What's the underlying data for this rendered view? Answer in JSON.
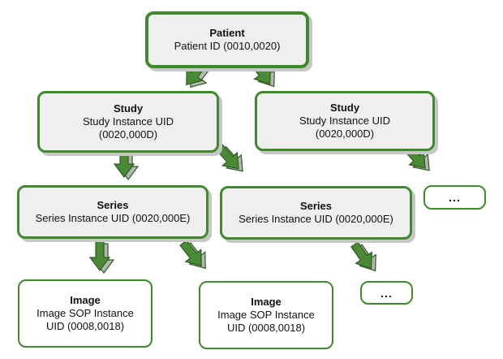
{
  "nodes": {
    "patient": {
      "title": "Patient",
      "line1": "Patient ID (0010,0020)"
    },
    "study_left": {
      "title": "Study",
      "line1": "Study Instance UID",
      "line2": "(0020,000D)"
    },
    "study_right": {
      "title": "Study",
      "line1": "Study Instance UID",
      "line2": "(0020,000D)"
    },
    "series_left": {
      "title": "Series",
      "line1": "Series Instance UID (0020,000E)"
    },
    "series_right": {
      "title": "Series",
      "line1": "Series Instance UID (0020,000E)"
    },
    "image_left": {
      "title": "Image",
      "line1": "Image SOP Instance",
      "line2": "UID (0008,0018)"
    },
    "image_right": {
      "title": "Image",
      "line1": "Image SOP Instance",
      "line2": "UID (0008,0018)"
    },
    "more_studies": {
      "text": "..."
    },
    "more_series": {
      "text": "..."
    }
  },
  "colors": {
    "border": "#3e8a2c",
    "arrow_fill": "#4a8a35",
    "arrow_shadow": "#b5b5b5",
    "box_fill": "#efefef"
  }
}
